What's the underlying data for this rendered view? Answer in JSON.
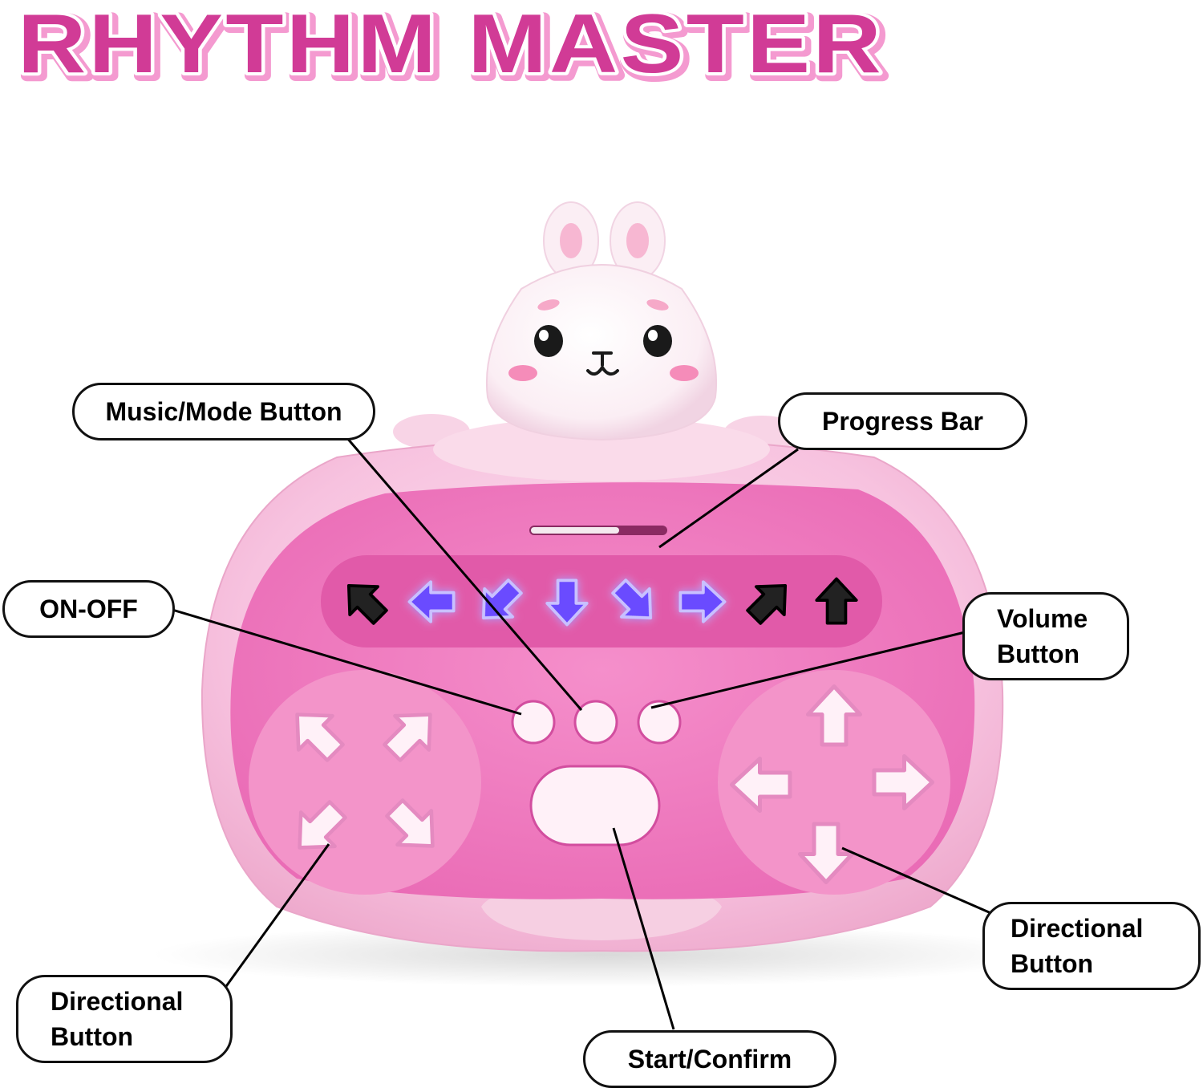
{
  "title": "RHYTHM MASTER",
  "colors": {
    "title_fill": "#d13b96",
    "title_outline": "#ffffff",
    "title_shadow": "#f49ad0",
    "shell_pink": "#f7c2df",
    "face_pink": "#f27fc2",
    "panel_dark": "#c94b98",
    "button_white": "#fff1f8",
    "led_blue": "#6a4cff",
    "led_off": "#222222"
  },
  "callouts": {
    "music_mode": "Music/Mode Button",
    "progress_bar": "Progress Bar",
    "on_off": "ON-OFF",
    "volume": [
      "Volume",
      "Button"
    ],
    "directional_left": [
      "Directional",
      "Button"
    ],
    "directional_right": [
      "Directional",
      "Button"
    ],
    "start_confirm": "Start/Confirm"
  },
  "arrow_strip": [
    {
      "direction": "up-left",
      "lit": false
    },
    {
      "direction": "left",
      "lit": true
    },
    {
      "direction": "down-left",
      "lit": true
    },
    {
      "direction": "down",
      "lit": true
    },
    {
      "direction": "down-right",
      "lit": true
    },
    {
      "direction": "right",
      "lit": true
    },
    {
      "direction": "up-right",
      "lit": false
    },
    {
      "direction": "up",
      "lit": false
    }
  ],
  "left_pad_buttons": [
    "up-left",
    "up-right",
    "down-left",
    "down-right"
  ],
  "right_pad_buttons": [
    "up",
    "left",
    "right",
    "down"
  ]
}
